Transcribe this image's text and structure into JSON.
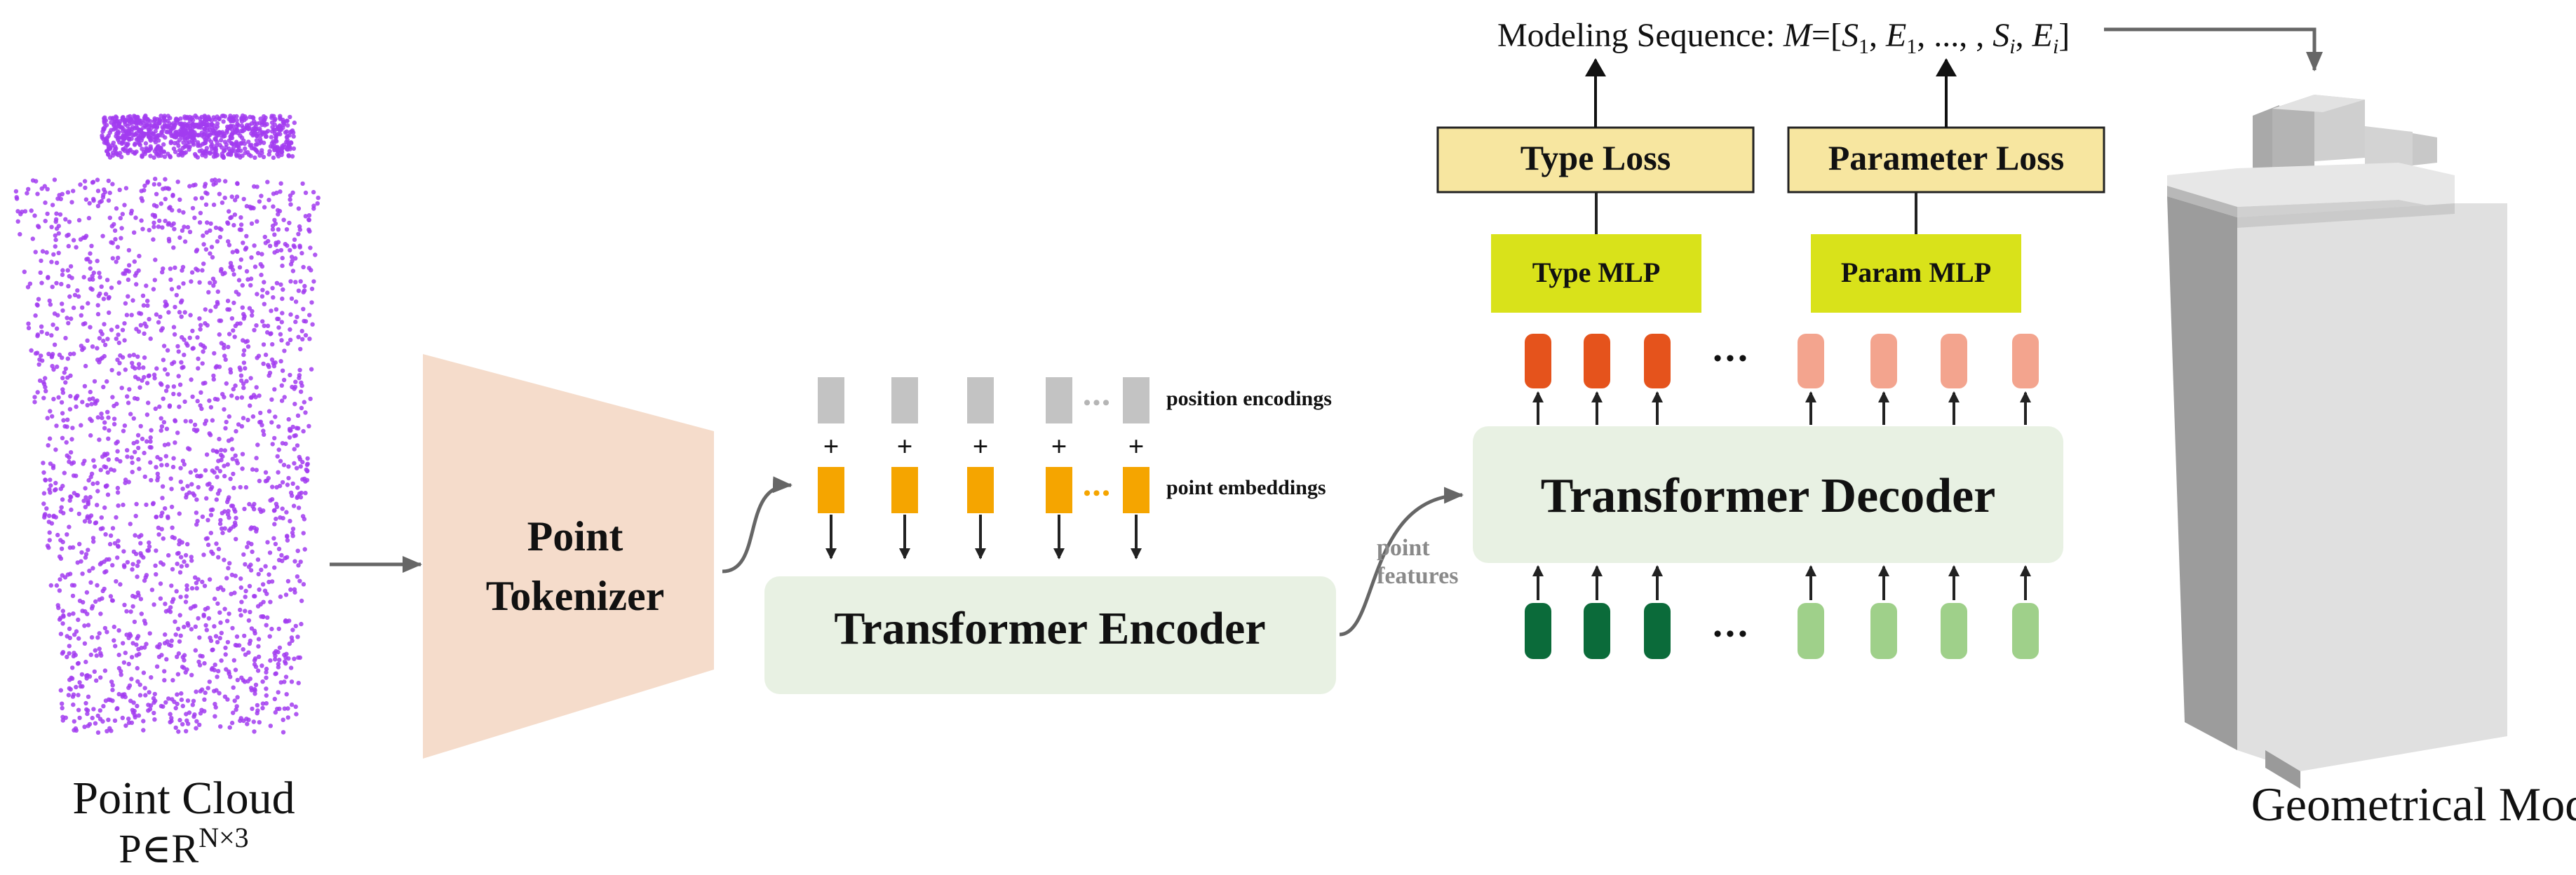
{
  "point_cloud": {
    "label": "Point Cloud",
    "formula": "P∈R",
    "formula_sup": "N×3",
    "color": "#a23cf0"
  },
  "tokenizer": {
    "line1": "Point",
    "line2": "Tokenizer",
    "color": "#f5dccb"
  },
  "encoder_inputs": {
    "position_label": "position encodings",
    "embedding_label": "point embeddings",
    "plus": "+",
    "dots": "•••",
    "position_color": "#c3c3c3",
    "embedding_color": "#f5a500"
  },
  "encoder": {
    "label": "Transformer Encoder",
    "color": "#e8f1e3"
  },
  "link_label": {
    "line1": "point",
    "line2": "features"
  },
  "decoder": {
    "label": "Transformer Decoder",
    "color": "#e8f1e3"
  },
  "decoder_tokens": {
    "ellipsis": "•••",
    "out_dark": "#e5531c",
    "out_light": "#f3a48e",
    "in_dark": "#0b6b3a",
    "in_light": "#9fd08a"
  },
  "heads": {
    "type_mlp": "Type MLP",
    "param_mlp": "Param MLP",
    "type_loss": "Type Loss",
    "param_loss": "Parameter Loss",
    "mlp_color": "#d9e21a",
    "loss_color": "#f7e6a0"
  },
  "sequence": {
    "prefix": "Modeling Sequence: ",
    "M": "M",
    "eq": "=[",
    "S1": "S",
    "S1sub": "1",
    "comma1": ", ",
    "E1": "E",
    "E1sub": "1",
    "mid": ", ..., , ",
    "Si": "S",
    "Sisub": "i",
    "comma2": ", ",
    "Ei": "E",
    "Eisub": "i",
    "close": "]"
  },
  "model": {
    "label": "Geometrical Model"
  }
}
